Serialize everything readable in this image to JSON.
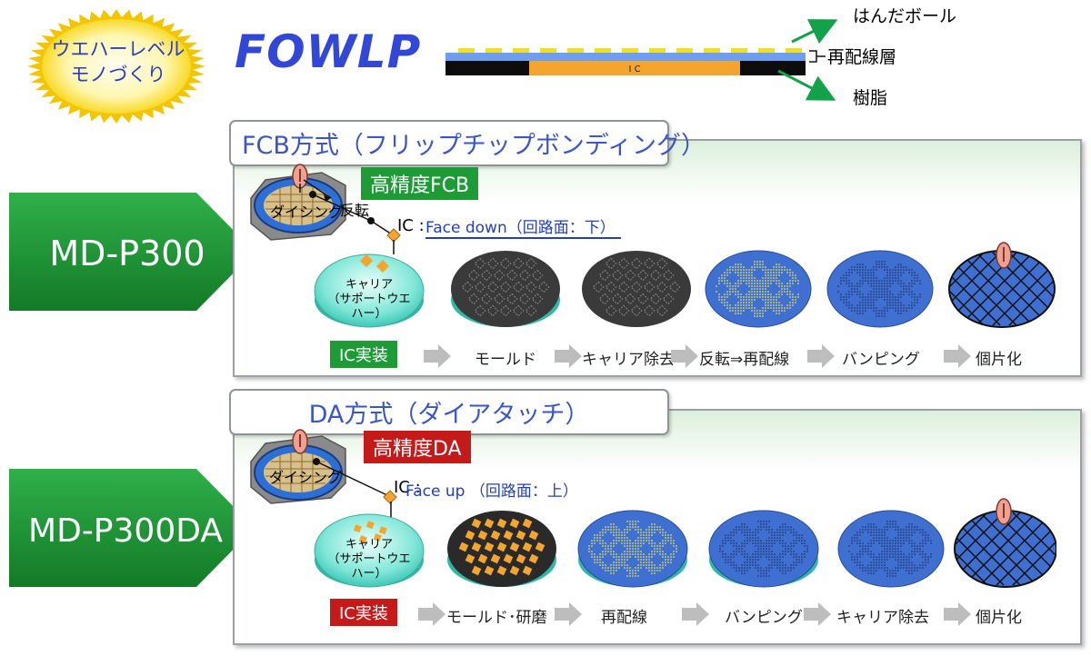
{
  "header": {
    "badge_line1": "ウエハーレベル",
    "badge_line2": "モノづくり",
    "title": "FOWLP",
    "cross_section": {
      "ic_label": "I C",
      "legend_solder": "はんだボール",
      "legend_rdl": "再配線層",
      "legend_resin": "樹脂"
    }
  },
  "sections": [
    {
      "machine": "MD-P300",
      "tab_title": "FCB方式（フリップチップボンディング）",
      "mode": "高精度FCB",
      "mode_color": "#1e9a37",
      "dicing_label": "ダイシング",
      "flip_label": "反転",
      "ic_label": "IC :",
      "ic_desc": "Face down（回路面：下）",
      "carrier_line1": "キャリア",
      "carrier_line2": "（サポートウエハー）",
      "steps": [
        "IC実装",
        "モールド",
        "キャリア除去",
        "反転⇒再配線",
        "バンピング",
        "個片化"
      ]
    },
    {
      "machine": "MD-P300DA",
      "tab_title": "DA方式（ダイアタッチ）",
      "mode": "高精度DA",
      "mode_color": "#c41a1a",
      "dicing_label": "ダイシング",
      "ic_label": "IC :",
      "ic_desc": "Face up （回路面：上）",
      "carrier_line1": "キャリア",
      "carrier_line2": "（サポートウエハー）",
      "steps": [
        "IC実装",
        "モールド･研磨",
        "再配線",
        "バンピング",
        "キャリア除去",
        "個片化"
      ]
    }
  ],
  "colors": {
    "ribbon": "#1f8f33",
    "fowlp": "#3347d6",
    "wafer_dark": "#3a3a3a",
    "wafer_blue": "#3f6fd0",
    "carrier_cyan": "#5ce0d0",
    "arrow_grey": "#b5b5b5",
    "rdl_blue": "#6f9ef0",
    "ic_orange": "#f4a52e"
  }
}
